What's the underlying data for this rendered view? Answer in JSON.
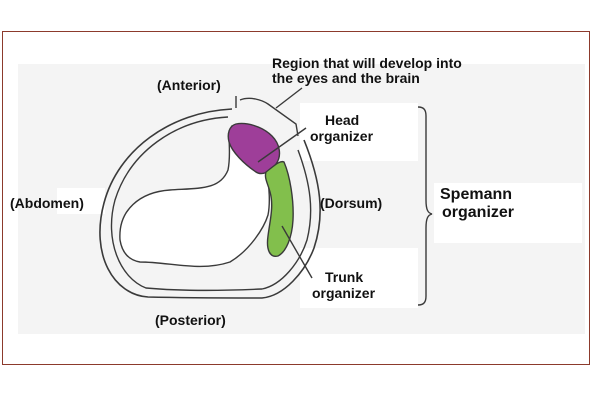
{
  "labels": {
    "anterior": "(Anterior)",
    "posterior": "(Posterior)",
    "abdomen": "(Abdomen)",
    "dorsum": "(Dorsum)",
    "region_line1": "Region that will develop into",
    "region_line2": "the eyes and the brain",
    "head_line1": "Head",
    "head_line2": "organizer",
    "trunk_line1": "Trunk",
    "trunk_line2": "organizer",
    "spemann_line1": "Spemann",
    "spemann_line2": "organizer"
  },
  "colors": {
    "frame": "#8c3a2c",
    "head_organizer": "#9e3e99",
    "trunk_organizer": "#82bf4c",
    "outline": "#3a3a3a"
  }
}
